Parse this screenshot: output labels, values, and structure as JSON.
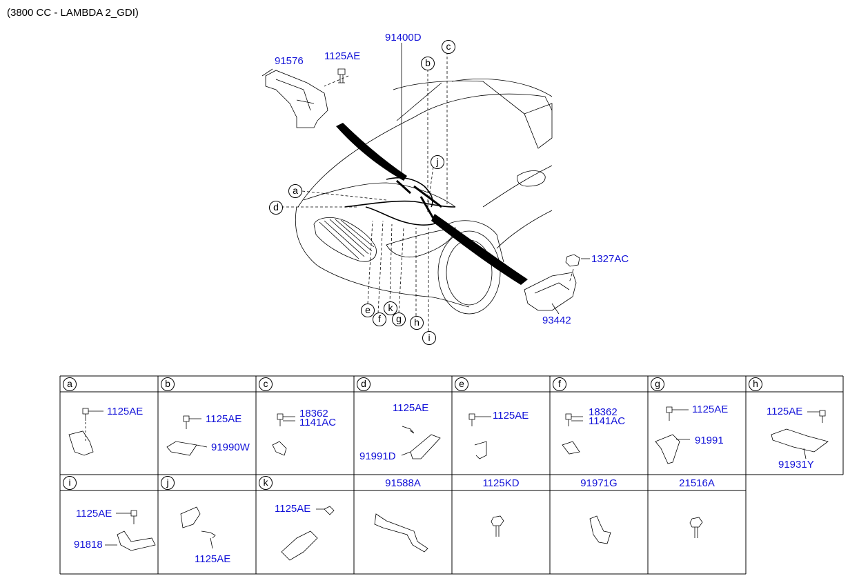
{
  "title": "(3800 CC - LAMBDA 2_GDI)",
  "main_labels": {
    "p91400D": "91400D",
    "p91576": "91576",
    "p1125AE": "1125AE",
    "p1327AC": "1327AC",
    "p93442": "93442"
  },
  "callouts": {
    "a": "a",
    "b": "b",
    "c": "c",
    "d": "d",
    "e": "e",
    "f": "f",
    "g": "g",
    "h": "h",
    "i": "i",
    "j": "j",
    "k": "k"
  },
  "table": {
    "row1": [
      {
        "letter": "a",
        "parts": [
          "1125AE"
        ]
      },
      {
        "letter": "b",
        "parts": [
          "1125AE",
          "91990W"
        ]
      },
      {
        "letter": "c",
        "parts": [
          "18362",
          "1141AC"
        ]
      },
      {
        "letter": "d",
        "parts": [
          "1125AE",
          "91991D"
        ]
      },
      {
        "letter": "e",
        "parts": [
          "1125AE"
        ]
      },
      {
        "letter": "f",
        "parts": [
          "18362",
          "1141AC"
        ]
      },
      {
        "letter": "g",
        "parts": [
          "1125AE",
          "91991"
        ]
      },
      {
        "letter": "h",
        "parts": [
          "1125AE",
          "91931Y"
        ]
      }
    ],
    "row2": [
      {
        "letter": "i",
        "parts": [
          "1125AE",
          "91818"
        ]
      },
      {
        "letter": "j",
        "parts": [
          "1125AE"
        ]
      },
      {
        "letter": "k",
        "parts": [
          "1125AE"
        ]
      },
      {
        "header": "91588A"
      },
      {
        "header": "1125KD"
      },
      {
        "header": "91971G"
      },
      {
        "header": "21516A"
      }
    ]
  }
}
